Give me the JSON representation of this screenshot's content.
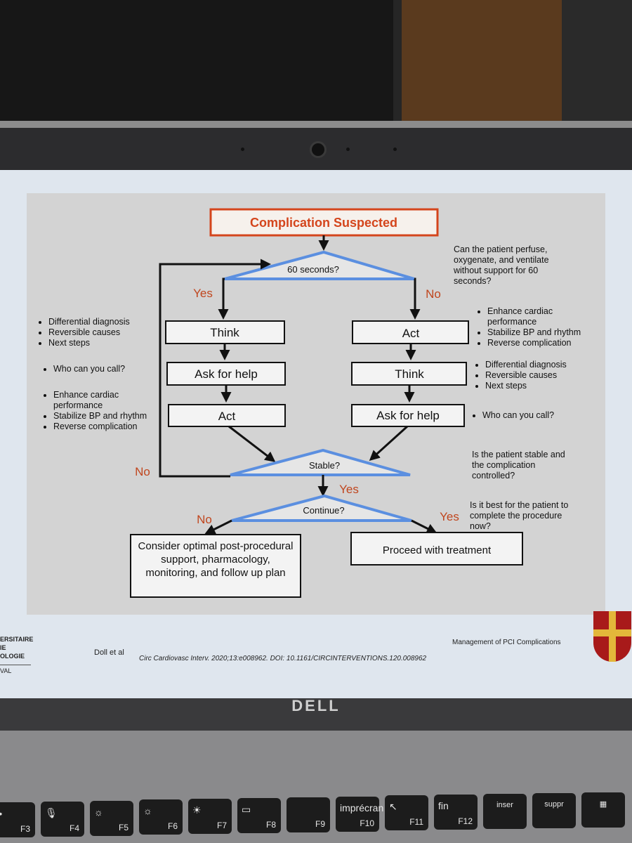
{
  "slide": {
    "title_box": "Complication Suspected",
    "decision_1": "60 seconds?",
    "decision_2": "Stable?",
    "decision_3": "Continue?",
    "yes_left": "Yes",
    "no_right": "No",
    "yes_stable": "Yes",
    "no_stable": "No",
    "no_continue": "No",
    "yes_continue": "Yes",
    "left_boxes": [
      "Think",
      "Ask for help",
      "Act"
    ],
    "right_boxes": [
      "Act",
      "Think",
      "Ask for help"
    ],
    "outcome_left": "Consider optimal post-procedural support, pharmacology, monitoring, and follow up plan",
    "outcome_right": "Proceed with treatment",
    "q_perfuse": "Can the patient perfuse, oxygenate, and ventilate without support for 60 seconds?",
    "q_stable": "Is the patient stable and the complication controlled?",
    "q_continue": "Is it best for the patient to complete the procedure now?",
    "left_notes": {
      "think": [
        "Differential diagnosis",
        "Reversible causes",
        "Next steps"
      ],
      "help": [
        "Who can you call?"
      ],
      "act": [
        "Enhance cardiac performance",
        "Stabilize BP and rhythm",
        "Reverse complication"
      ]
    },
    "right_notes": {
      "act": [
        "Enhance cardiac performance",
        "Stabilize BP and rhythm",
        "Reverse complication"
      ],
      "think": [
        "Differential diagnosis",
        "Reversible causes",
        "Next steps"
      ],
      "help": [
        "Who can you call?"
      ]
    },
    "footer_left": [
      "ERSITAIRE",
      "IE",
      "OLOGIE",
      "VAL"
    ],
    "footer_author": "Doll et al",
    "footer_citation": "Circ Cardiovasc Interv. 2020;13:e008962. DOI: 10.1161/CIRCINTERVENTIONS.120.008962",
    "footer_title": "Management of PCI Complications"
  },
  "laptop": {
    "brand": "DELL",
    "keys": [
      {
        "glyph": "🕪",
        "label": "F3"
      },
      {
        "glyph": "🎙",
        "label": "F4"
      },
      {
        "glyph": "☼",
        "label": "F5"
      },
      {
        "glyph": "☼",
        "label": "F6"
      },
      {
        "glyph": "☀",
        "label": "F7"
      },
      {
        "glyph": "▭",
        "label": "F8"
      },
      {
        "glyph": "",
        "label": "F9"
      },
      {
        "glyph": "imprécran",
        "label": "F10"
      },
      {
        "glyph": "↖",
        "label": "F11"
      },
      {
        "glyph": "fin",
        "label": "F12"
      },
      {
        "glyph": "inser",
        "label": ""
      },
      {
        "glyph": "suppr",
        "label": ""
      },
      {
        "glyph": "▦",
        "label": ""
      }
    ]
  },
  "colors": {
    "title_orange": "#d4451c",
    "decision_blue": "#5b8fe0",
    "yes_no_orange": "#c0461e",
    "slide_bg": "#d3d3d3"
  }
}
